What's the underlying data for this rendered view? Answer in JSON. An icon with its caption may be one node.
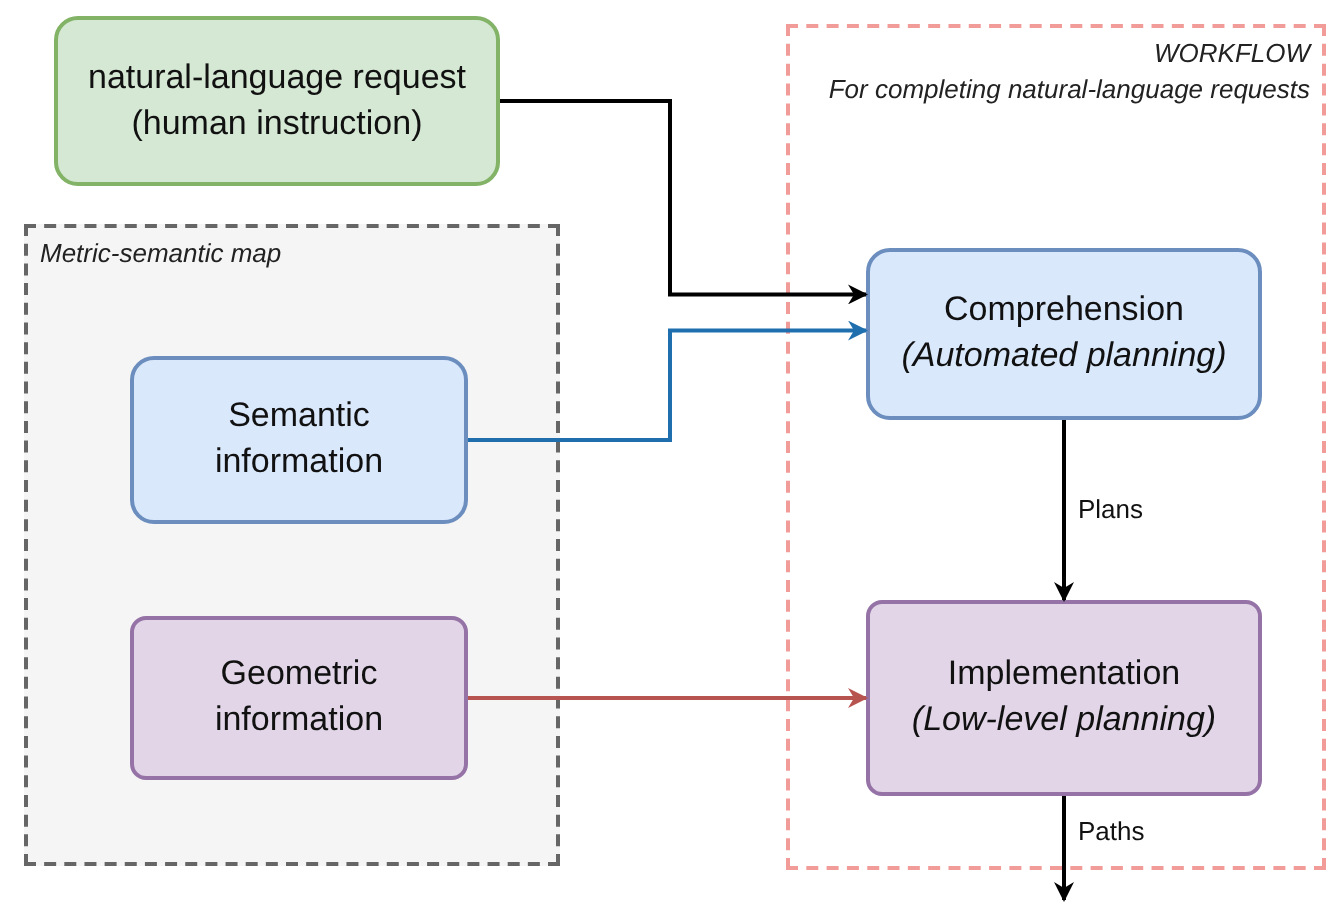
{
  "diagram": {
    "nodes": [
      {
        "text": [
          "natural-language request (human instruction)"
        ]
      },
      {
        "text": [
          "Metric-semantic map"
        ]
      },
      {
        "text": [
          "Semantic information"
        ],
        "in": 1
      },
      {
        "text": [
          "Geometric information"
        ],
        "in": 1
      },
      {
        "text": [
          "WORKFLOW",
          "For completing natural-language requests"
        ]
      },
      {
        "text": [
          "Comprehension",
          "(Automated planning)"
        ],
        "in": 4
      },
      {
        "text": [
          "Implementation",
          "(Low-level planning)"
        ],
        "in": 4
      }
    ],
    "edges": [
      {
        "from": 0,
        "to": 5,
        "arrow": "to"
      },
      {
        "from": 2,
        "to": 5,
        "arrow": "to",
        "color": "#1f6fae"
      },
      {
        "from": 3,
        "to": 6,
        "arrow": "to",
        "color": "#b85450"
      },
      {
        "from": 5,
        "to": 6,
        "arrow": "to",
        "label": "Plans"
      },
      {
        "from": 6,
        "to": null,
        "arrow": "to",
        "label": "Paths"
      }
    ]
  }
}
